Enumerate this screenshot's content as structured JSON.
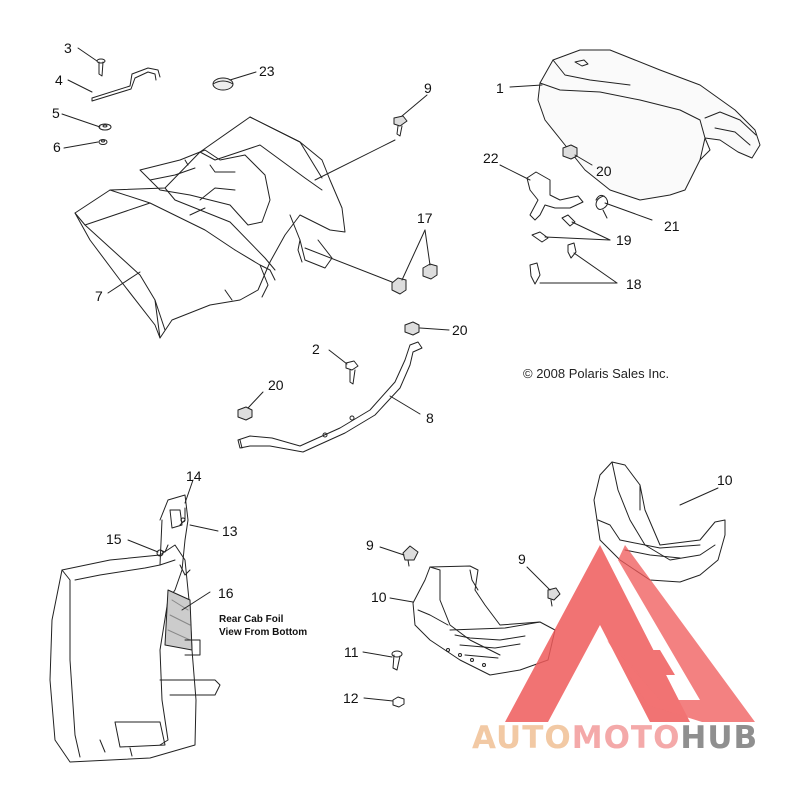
{
  "copyright": "© 2008 Polaris Sales Inc.",
  "callout": [
    "Rear Cab Foil",
    "View From Bottom"
  ],
  "labels": {
    "n1": "1",
    "n2": "2",
    "n3": "3",
    "n4": "4",
    "n5": "5",
    "n6": "6",
    "n7": "7",
    "n8": "8",
    "n9a": "9",
    "n9b": "9",
    "n9c": "9",
    "n10a": "10",
    "n10b": "10",
    "n11": "11",
    "n12": "12",
    "n13": "13",
    "n14": "14",
    "n15": "15",
    "n16": "16",
    "n17": "17",
    "n18": "18",
    "n19": "19",
    "n20a": "20",
    "n20b": "20",
    "n20c": "20",
    "n21": "21",
    "n22": "22",
    "n23": "23"
  },
  "watermark": {
    "part1": "AUTO",
    "part2": "MOTO",
    "part3": "HUB",
    "color1": "#f2c9a4",
    "color2": "#f4a9a9",
    "color3": "#8f8f8f",
    "logo_color": "#ef5b5b"
  }
}
